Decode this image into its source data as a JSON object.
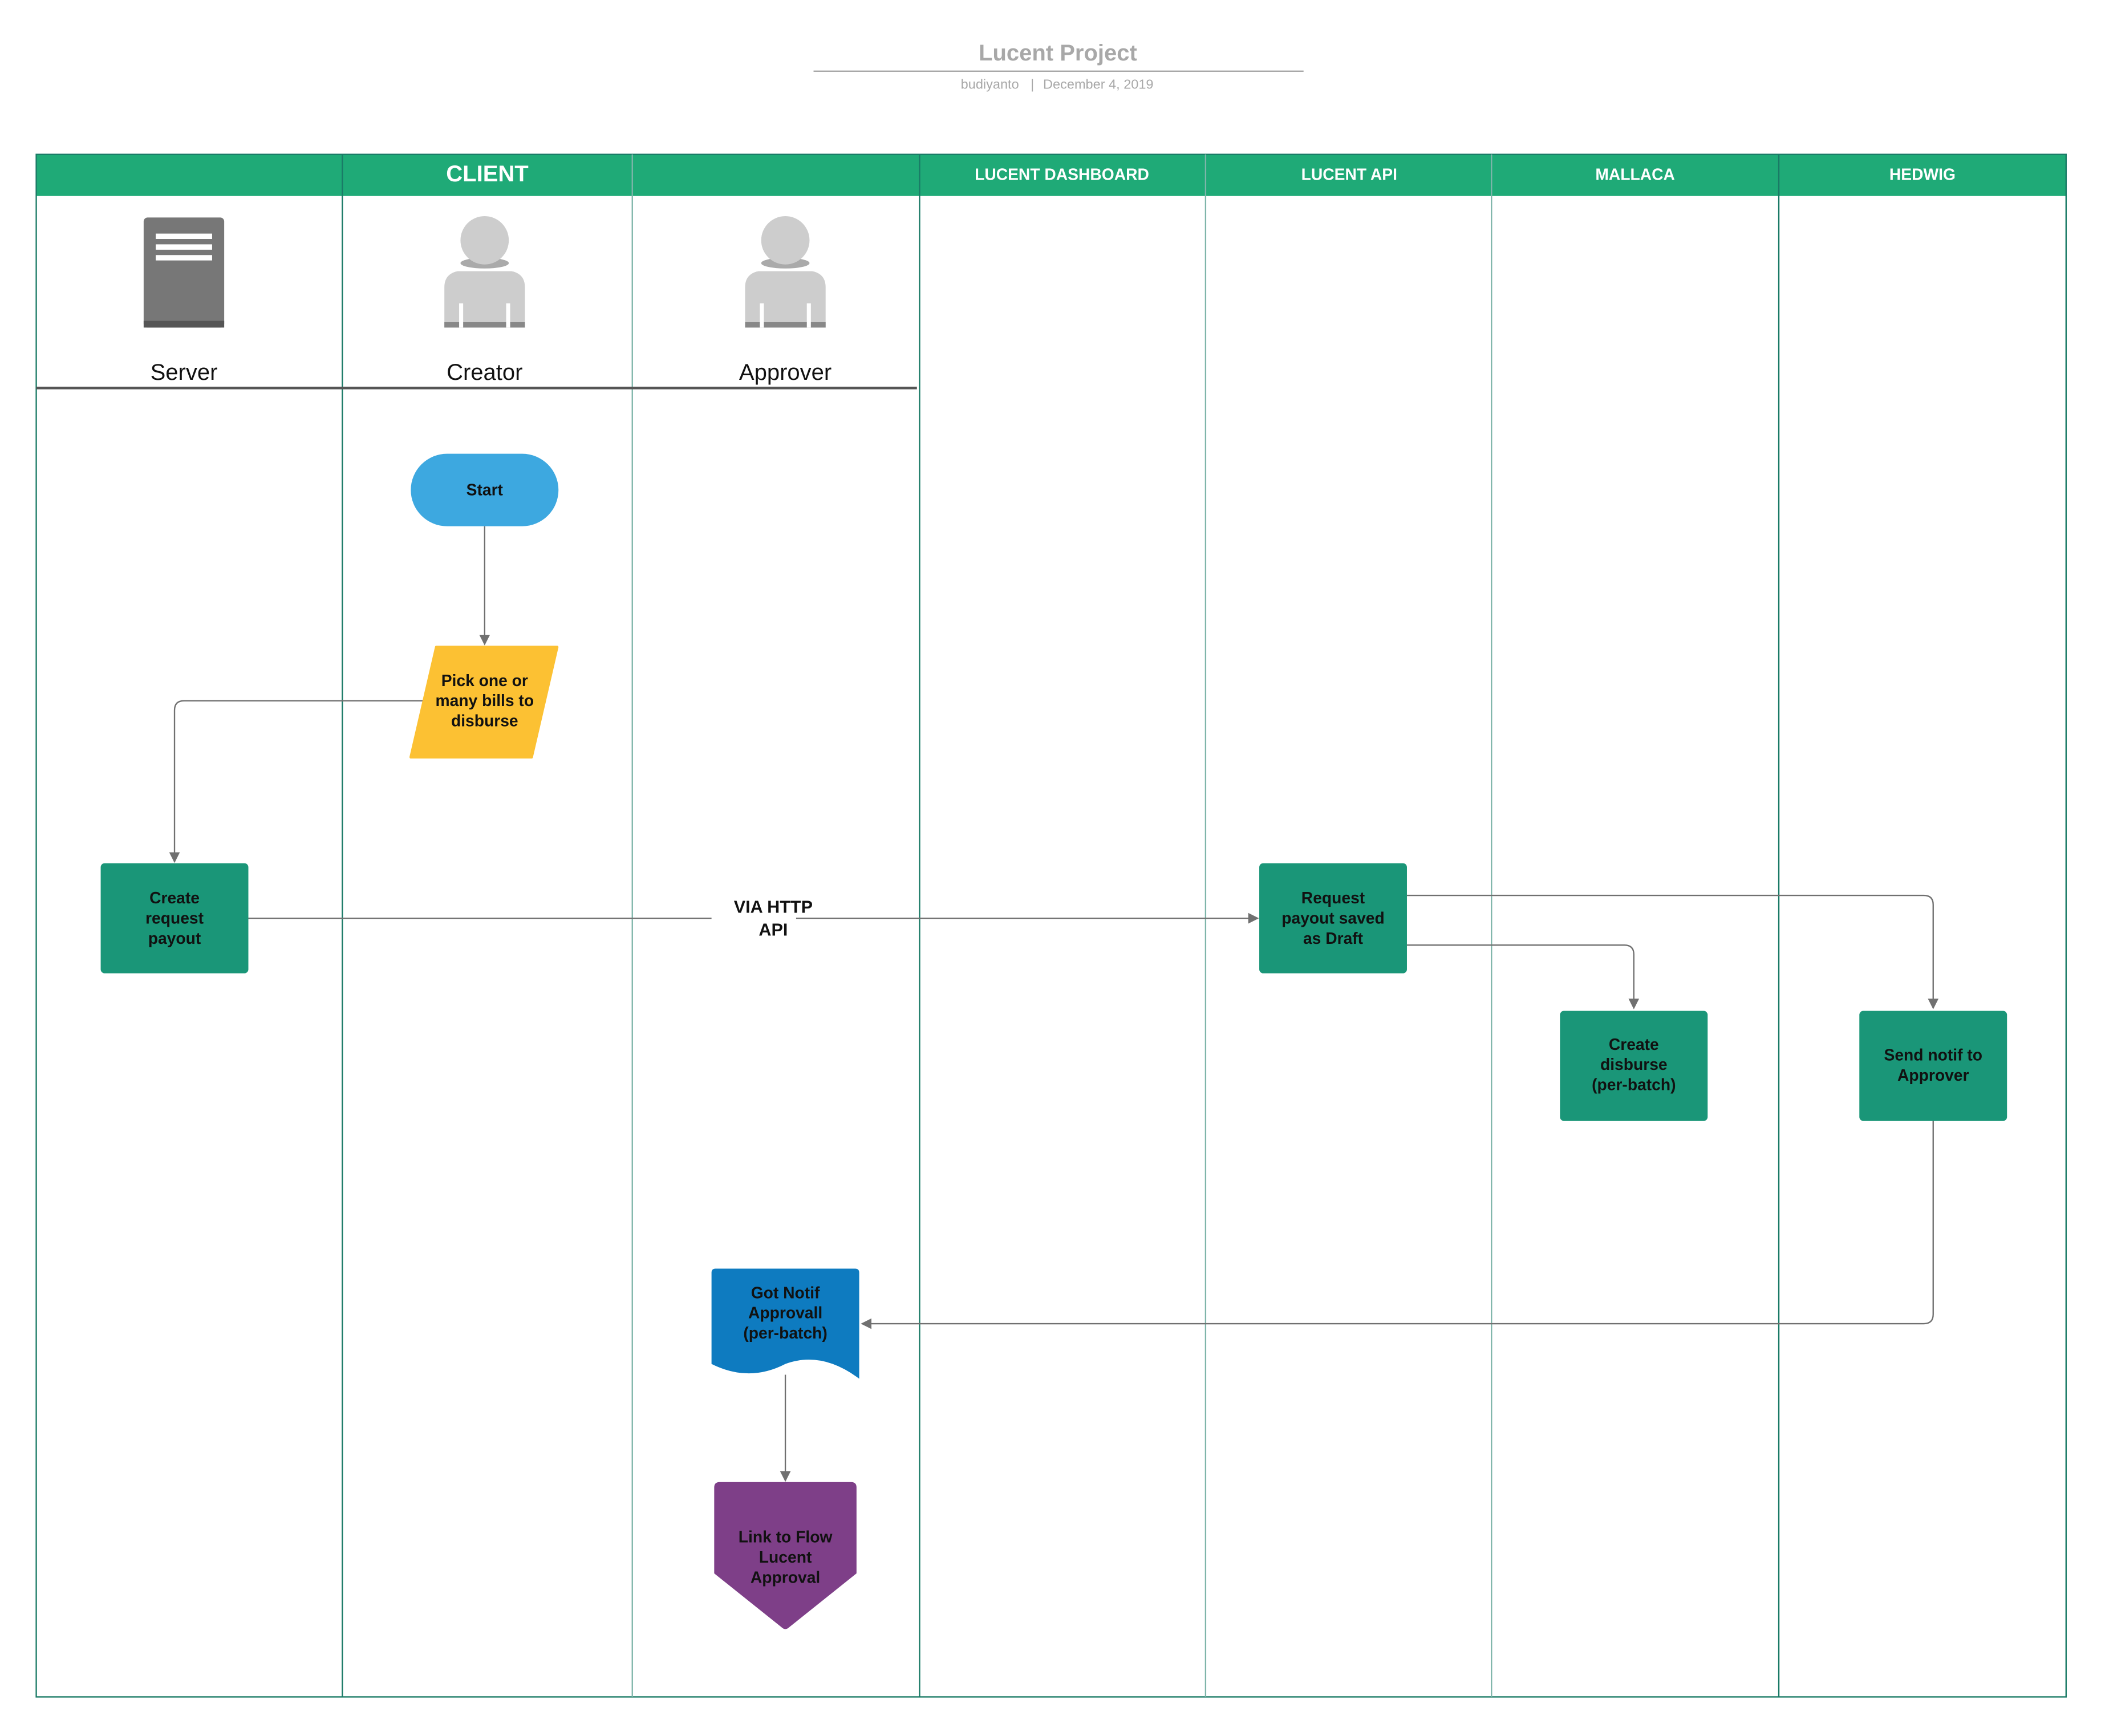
{
  "document": {
    "title": "Lucent Project",
    "author": "budiyanto",
    "separator": "|",
    "date": "December 4, 2019"
  },
  "lanes": {
    "server_blank": "",
    "client": "CLIENT",
    "approver_blank": "",
    "lucent_dashboard": "LUCENT DASHBOARD",
    "lucent_api": "LUCENT API",
    "mallaca": "MALLACA",
    "hedwig": "HEDWIG"
  },
  "actors": {
    "server": "Server",
    "creator": "Creator",
    "approver": "Approver"
  },
  "nodes": {
    "start": "Start",
    "pick_bills": [
      "Pick one or",
      "many bills to",
      "disburse"
    ],
    "create_request": [
      "Create",
      "request",
      "payout"
    ],
    "request_saved": [
      "Request",
      "payout saved",
      "as Draft"
    ],
    "create_disburse": [
      "Create",
      "disburse",
      "(per-batch)"
    ],
    "send_notif": [
      "Send notif to",
      "Approver"
    ],
    "got_notif": [
      "Got Notif",
      "Approvall",
      "(per-batch)"
    ],
    "link_flow": [
      "Link to Flow",
      "Lucent",
      "Approval"
    ]
  },
  "edges": {
    "via_http": [
      "VIA HTTP",
      "API"
    ]
  },
  "colors": {
    "lane_header": "#1faa77",
    "lane_border": "#1a7a66",
    "process": "#1a9678",
    "start": "#3da8e0",
    "input": "#fcc133",
    "document": "#0e7bc0",
    "offpage": "#7e3f88",
    "connector": "#707070",
    "title_text": "#a8a8a8",
    "actor_icon": "#cdcdcd",
    "server_icon": "#777777"
  }
}
